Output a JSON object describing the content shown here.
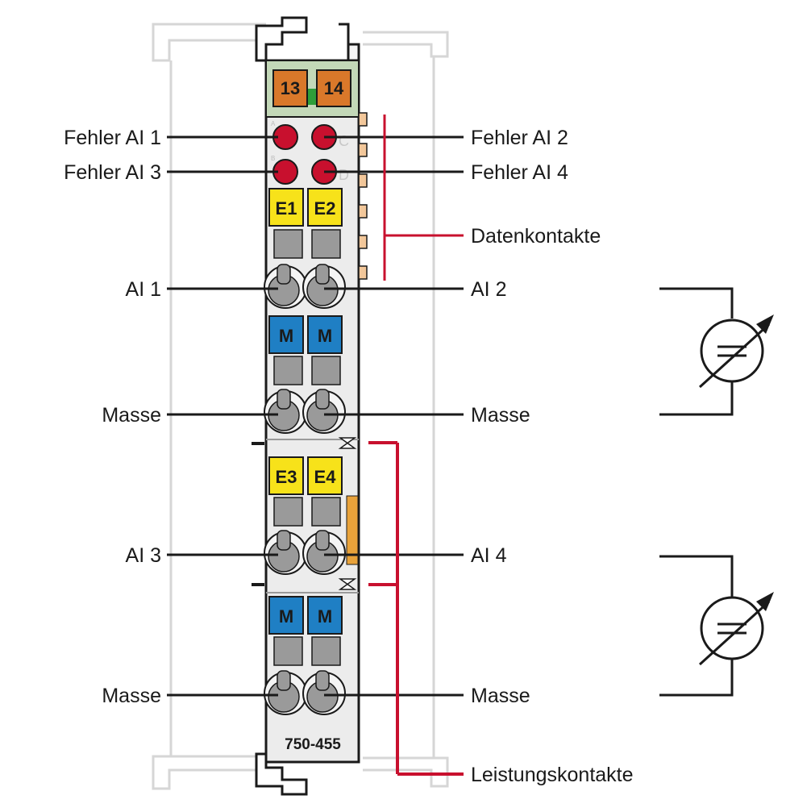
{
  "module": {
    "model": "750-455"
  },
  "top_terminals": [
    "13",
    "14"
  ],
  "ghost_letters": {
    "a": "A",
    "b": "B",
    "c": "C",
    "d": "D"
  },
  "input_labels": [
    "E1",
    "E2",
    "E3",
    "E4"
  ],
  "mass_key": "M",
  "labels": {
    "fehler_ai1": "Fehler AI 1",
    "fehler_ai2": "Fehler AI 2",
    "fehler_ai3": "Fehler AI 3",
    "fehler_ai4": "Fehler AI 4",
    "datenkontakte": "Datenkontakte",
    "ai1": "AI 1",
    "ai2": "AI 2",
    "ai3": "AI 3",
    "ai4": "AI 4",
    "masse": "Masse",
    "leistungskontakte": "Leistungskontakte"
  },
  "colors": {
    "housing": "#ececec",
    "led_red": "#c8102e",
    "yellow_label": "#f7e21a",
    "blue_label": "#1f7fc4",
    "orange_terminal": "#d9782a",
    "green_header": "#c3d8b8",
    "bracket_red": "#c8102e",
    "gray_block": "#9a9a9a",
    "contact_tan": "#f2c79a"
  }
}
